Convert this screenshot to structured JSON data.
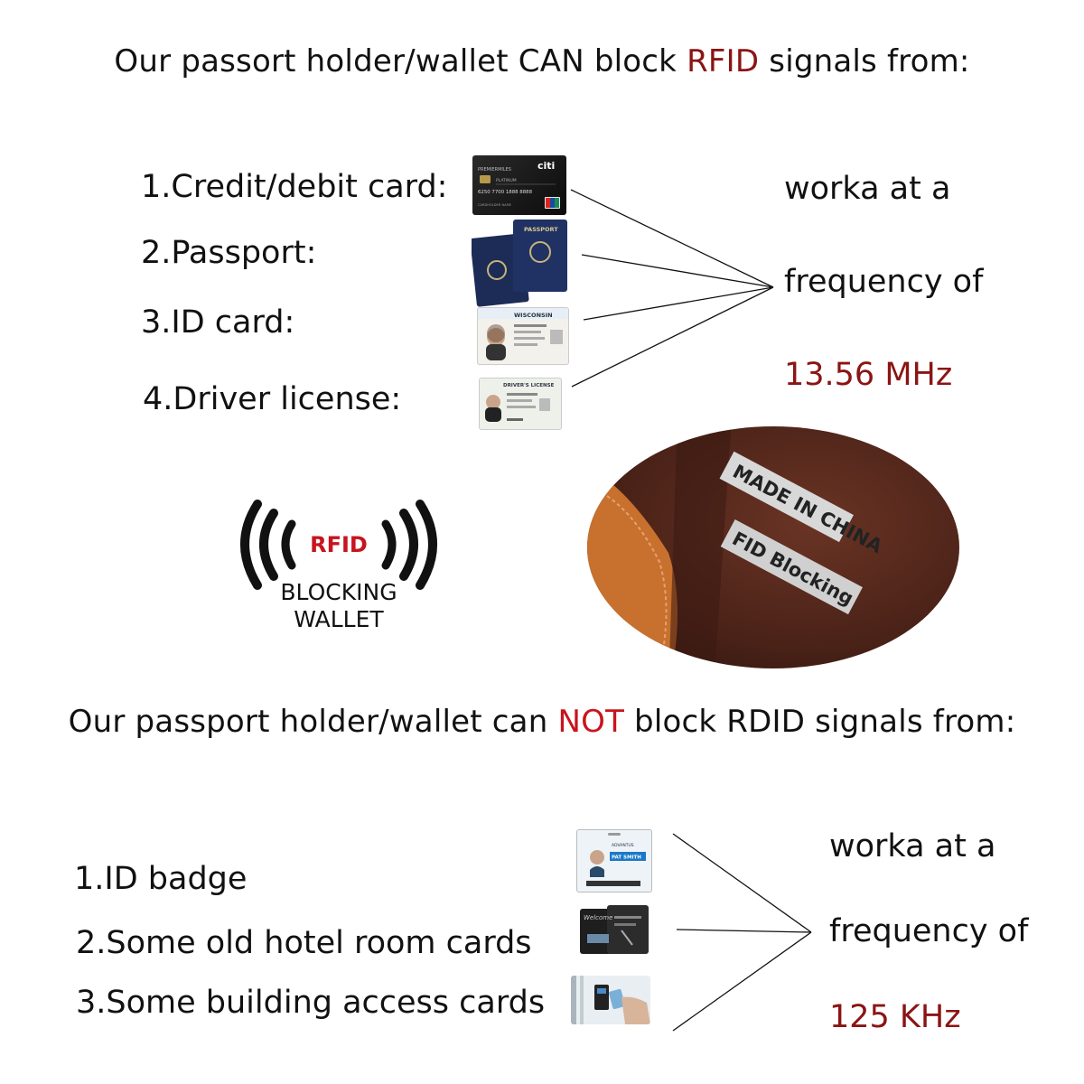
{
  "top": {
    "heading": {
      "prefix": "Our passort holder/wallet CAN block ",
      "highlight": "RFID",
      "suffix": " signals from:"
    },
    "items": [
      {
        "label": "1.Credit/debit card:",
        "image": "credit-card-icon"
      },
      {
        "label": "2.Passport:",
        "image": "passport-icon"
      },
      {
        "label": "3.ID card:",
        "image": "id-card-icon"
      },
      {
        "label": "4.Driver license:",
        "image": "driver-license-icon"
      }
    ],
    "freq_lines": [
      "worka at a",
      "frequency of"
    ],
    "freq_value": "13.56 MHz",
    "card_texts": {
      "bank": "citi",
      "tier": "PREMIERMILES",
      "level": "PLATINUM",
      "number": "6250 7700 1888 8888",
      "holder": "CARDHOLDER NAME",
      "passport": "PASSPORT",
      "id_state": "WISCONSIN",
      "license": "DRIVER'S LICENSE"
    }
  },
  "logo": {
    "rfid": "RFID",
    "line1": "BLOCKING",
    "line2": "WALLET"
  },
  "photo": {
    "tag1": "MADE IN CHINA",
    "tag2": "FID Blocking"
  },
  "bottom": {
    "heading": {
      "prefix": "Our passport holder/wallet can ",
      "highlight": "NOT",
      "suffix": " block RDID signals from:"
    },
    "items": [
      {
        "label": "1.ID badge",
        "image": "id-badge-icon"
      },
      {
        "label": "2.Some old hotel room cards",
        "image": "hotel-card-icon"
      },
      {
        "label": "3.Some building access cards",
        "image": "access-card-icon"
      }
    ],
    "freq_lines": [
      "worka at a",
      "frequency of"
    ],
    "freq_value": "125 KHz",
    "card_texts": {
      "badge_name": "PAT SMITH",
      "brand": "ADVANTUS",
      "welcome": "Welcome"
    }
  },
  "colors": {
    "accent_dark_red": "#8b1414",
    "accent_red": "#c8141e",
    "leather_brown": "#5a2a1e",
    "orange_trim": "#c86a2a"
  }
}
